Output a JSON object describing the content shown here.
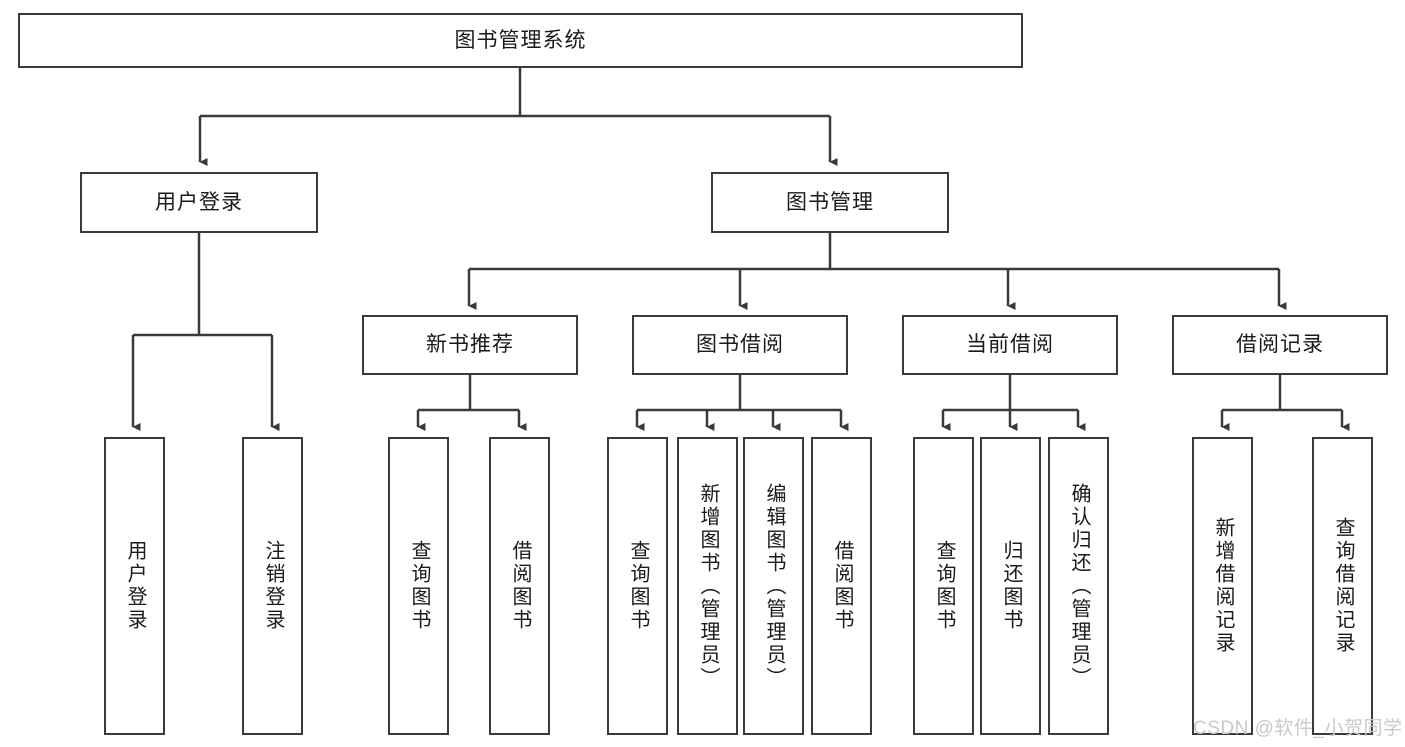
{
  "diagram": {
    "title_text": "图书管理系统",
    "line_color": "#3a3a3a",
    "text_color": "#1a1a1a",
    "background": "#ffffff",
    "watermark": "CSDN @软件_小贺同学",
    "watermark_color": "#c9c9c9",
    "nodes": {
      "root": "图书管理系统",
      "level2": {
        "user_login": "用户登录",
        "book_manage": "图书管理"
      },
      "level3": {
        "new_book_rec": "新书推荐",
        "book_borrow": "图书借阅",
        "current_borrow": "当前借阅",
        "borrow_record": "借阅记录"
      },
      "leaves": {
        "user_login_1": "用户登录",
        "user_login_2": "注销登录",
        "new_book_rec_1": "查询图书",
        "new_book_rec_2": "借阅图书",
        "book_borrow_1": "查询图书",
        "book_borrow_2": "新增图书（管理员）",
        "book_borrow_3": "编辑图书（管理员）",
        "book_borrow_4": "借阅图书",
        "current_borrow_1": "查询图书",
        "current_borrow_2": "归还图书",
        "current_borrow_3": "确认归还（管理员）",
        "borrow_record_1": "新增借阅记录",
        "borrow_record_2": "查询借阅记录"
      }
    }
  }
}
